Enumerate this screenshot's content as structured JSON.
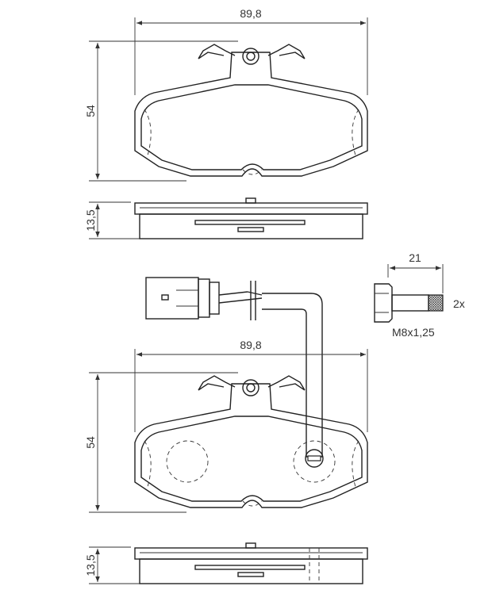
{
  "top_view": {
    "width_label": "89,8",
    "height_label": "54",
    "thickness_label": "13,5"
  },
  "bottom_view": {
    "width_label": "89,8",
    "height_label": "54",
    "thickness_label": "13,5"
  },
  "bolt": {
    "length_label": "21",
    "quantity_label": "2x",
    "thread_label": "M8x1,25"
  }
}
